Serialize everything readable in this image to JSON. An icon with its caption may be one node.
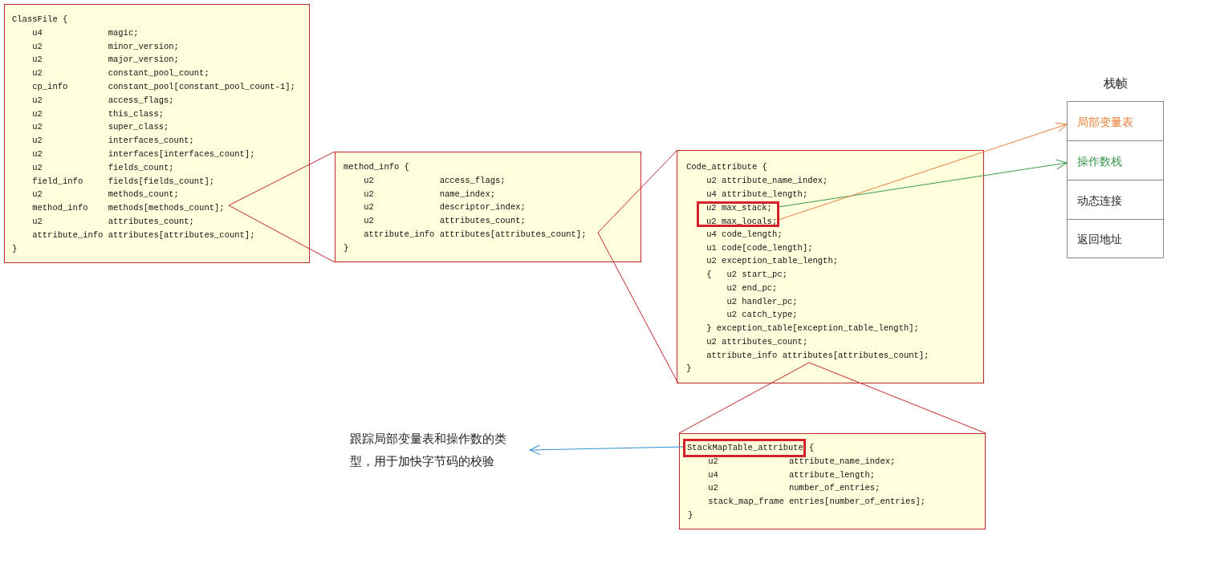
{
  "diagram": {
    "nodes": [
      {
        "text": [
          "ClassFile {",
          "u4             magic;",
          "u2             minor_version;",
          "u2             major_version;",
          "u2             constant_pool_count;",
          "cp_info        constant_pool[constant_pool_count-1];",
          "u2             access_flags;",
          "u2             this_class;",
          "u2             super_class;",
          "u2             interfaces_count;",
          "u2             interfaces[interfaces_count];",
          "u2             fields_count;",
          "field_info     fields[fields_count];",
          "u2             methods_count;",
          "method_info    methods[methods_count];",
          "u2             attributes_count;",
          "attribute_info attributes[attributes_count];",
          "}"
        ]
      },
      {
        "text": [
          "method_info {",
          "u2             access_flags;",
          "u2             name_index;",
          "u2             descriptor_index;",
          "u2             attributes_count;",
          "attribute_info attributes[attributes_count];",
          "}"
        ]
      },
      {
        "text": [
          "Code_attribute {",
          "u2 attribute_name_index;",
          "u4 attribute_length;",
          "u4 code_length;",
          "u1 code[code_length];",
          "u2 exception_table_length;",
          "{   u2 start_pc;",
          "u2 end_pc;",
          "u2 handler_pc;",
          "u2 catch_type;",
          "} exception_table[exception_table_length];",
          "u2 attributes_count;",
          "attribute_info attributes[attributes_count];",
          "}"
        ]
      },
      {
        "text": [
          "u2 max_stack;",
          "u2 max_locals;"
        ],
        "in": 2
      },
      {
        "text": [
          "{",
          "u2              attribute_name_index;",
          "u4              attribute_length;",
          "u2              number_of_entries;",
          "stack_map_frame entries[number_of_entries];",
          "}"
        ]
      },
      {
        "text": [
          "StackMapTable_attribute"
        ],
        "in": 4
      },
      {
        "text": [
          "栈帧"
        ]
      },
      {
        "text": [
          "局部变量表"
        ],
        "in": 6
      },
      {
        "text": [
          "操作数栈"
        ],
        "in": 6
      },
      {
        "text": [
          "动态连接"
        ],
        "in": 6
      },
      {
        "text": [
          "返回地址"
        ],
        "in": 6
      },
      {
        "text": [
          "跟踪局部变量表和操作数的类型，用于加快字节码的校验"
        ]
      }
    ],
    "edges": [
      {
        "from": 0,
        "to": 1,
        "arrow": "none"
      },
      {
        "from": 0,
        "to": 1,
        "arrow": "none"
      },
      {
        "from": 1,
        "to": 2,
        "arrow": "none"
      },
      {
        "from": 1,
        "to": 2,
        "arrow": "none"
      },
      {
        "from": 2,
        "to": 4,
        "arrow": "none"
      },
      {
        "from": 2,
        "to": 4,
        "arrow": "none"
      },
      {
        "from": 3,
        "to": 8,
        "arrow": "to",
        "color": "#3a9a4a"
      },
      {
        "from": 3,
        "to": 7,
        "arrow": "to",
        "color": "#e8803a"
      },
      {
        "from": 5,
        "to": 11,
        "arrow": "to",
        "color": "#2f8fd0"
      }
    ]
  }
}
